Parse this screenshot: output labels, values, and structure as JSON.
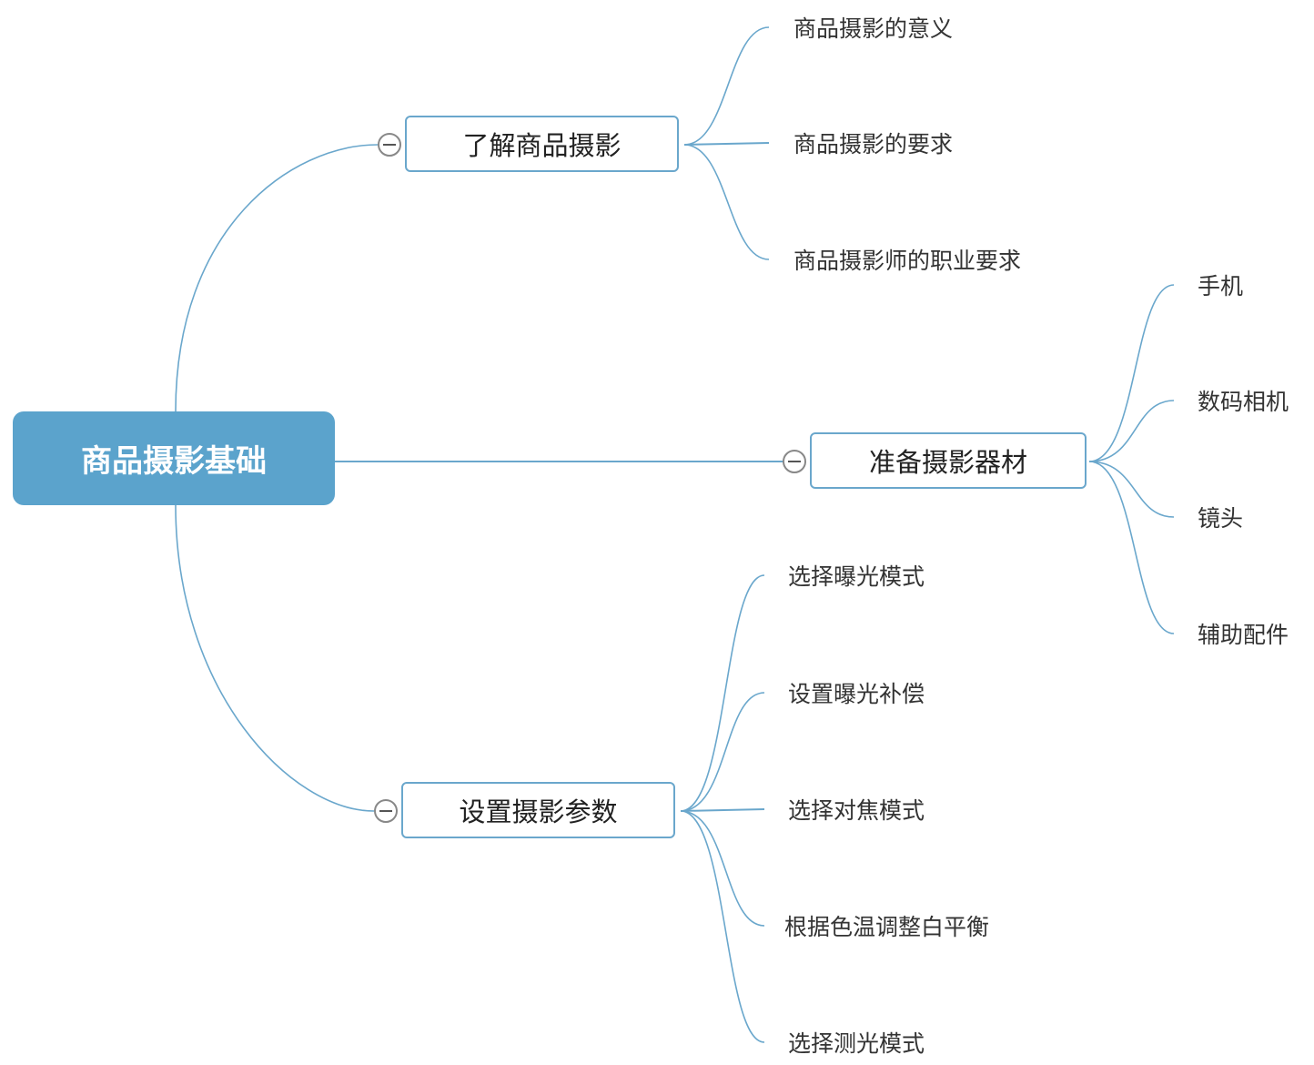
{
  "root": {
    "label": "商品摄影基础"
  },
  "branches": [
    {
      "label": "了解商品摄影",
      "children": [
        "商品摄影的意义",
        "商品摄影的要求",
        "商品摄影师的职业要求"
      ]
    },
    {
      "label": "准备摄影器材",
      "children": [
        "手机",
        "数码相机",
        "镜头",
        "辅助配件"
      ]
    },
    {
      "label": "设置摄影参数",
      "children": [
        "选择曝光模式",
        "设置曝光补偿",
        "选择对焦模式",
        "根据色温调整白平衡",
        "选择测光模式"
      ]
    }
  ],
  "colors": {
    "root_fill": "#5ba3cc",
    "line": "#6aa7cc"
  }
}
